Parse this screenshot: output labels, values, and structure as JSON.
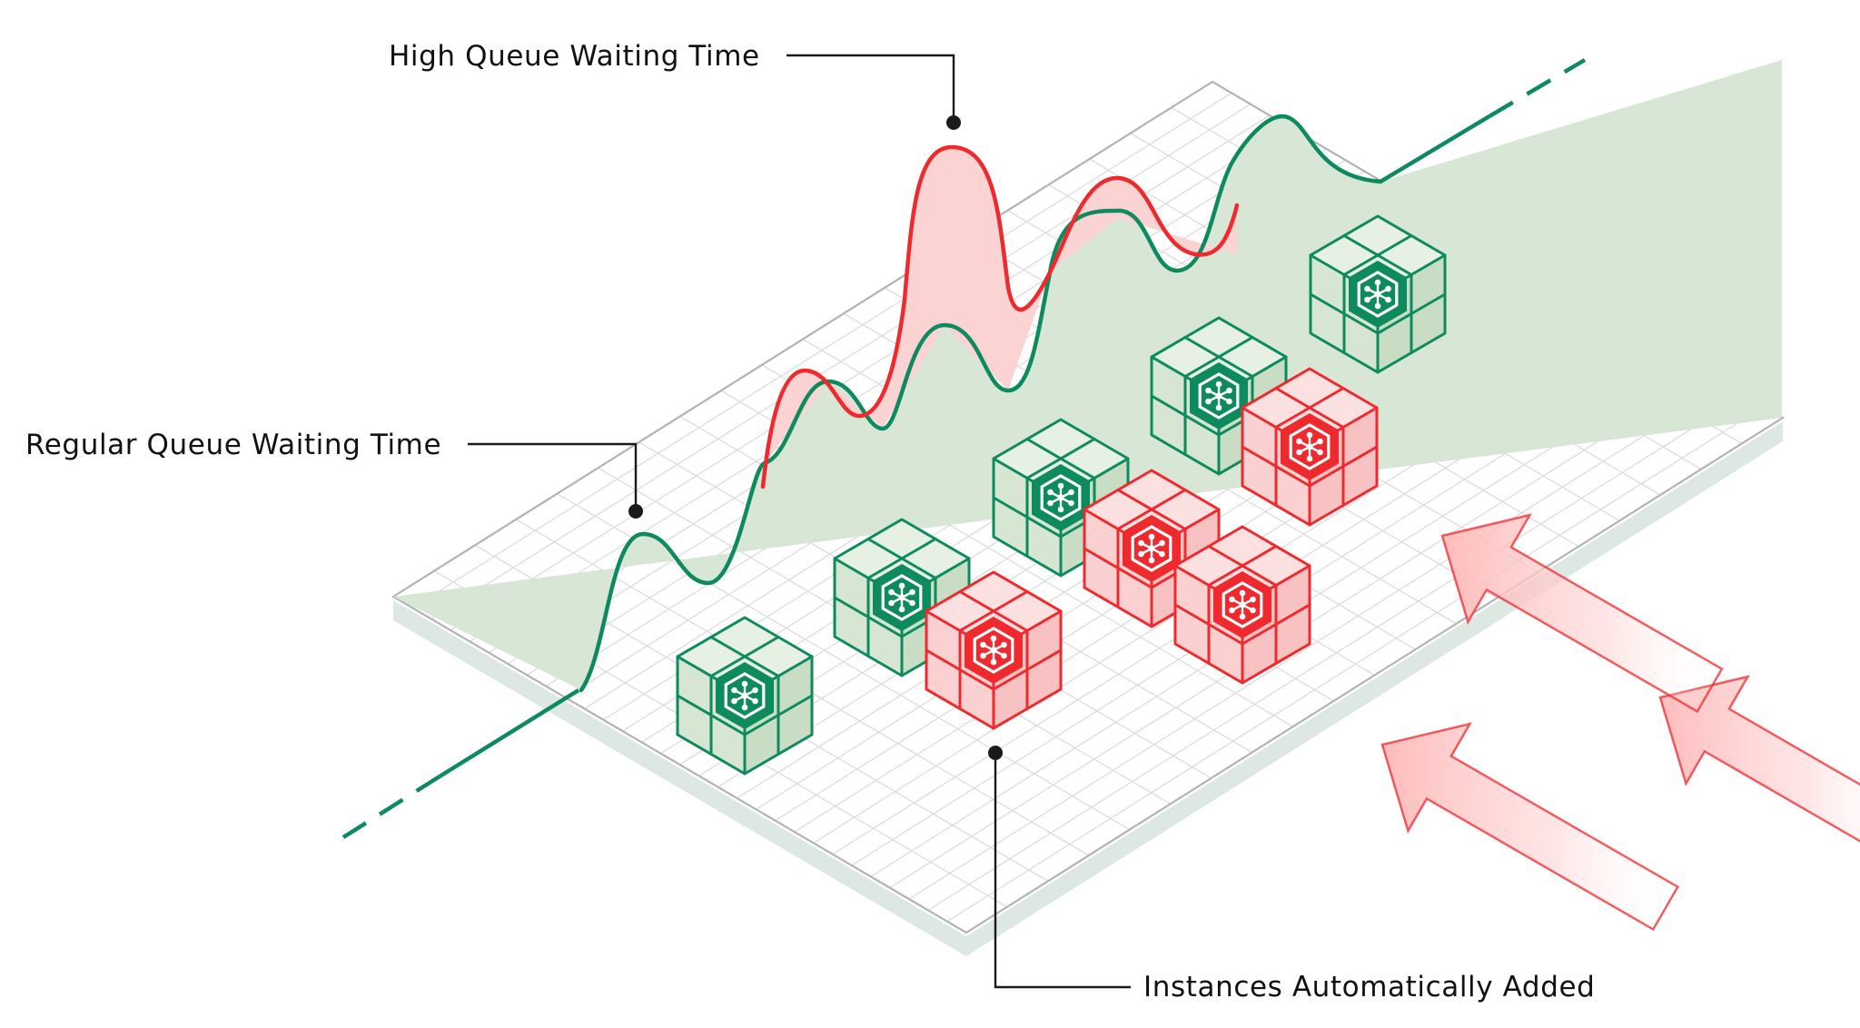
{
  "labels": {
    "high_queue": "High Queue Waiting Time",
    "regular_queue": "Regular Queue Waiting Time",
    "instances_added": "Instances Automatically Added"
  },
  "colors": {
    "green": "#0d8a5e",
    "green_fill": "#d8e7d5",
    "red": "#ee2a2f",
    "red_fill": "#fbd3d3",
    "grid": "#dadada",
    "plane_border": "#b3b3b3",
    "shadow": "#dce8e1",
    "leader": "#1a1a1a"
  },
  "icons": {
    "instance": "node-hexagon-icon",
    "arrow": "incoming-arrow-icon"
  },
  "instances": {
    "existing_count": 5,
    "added_count": 4
  }
}
